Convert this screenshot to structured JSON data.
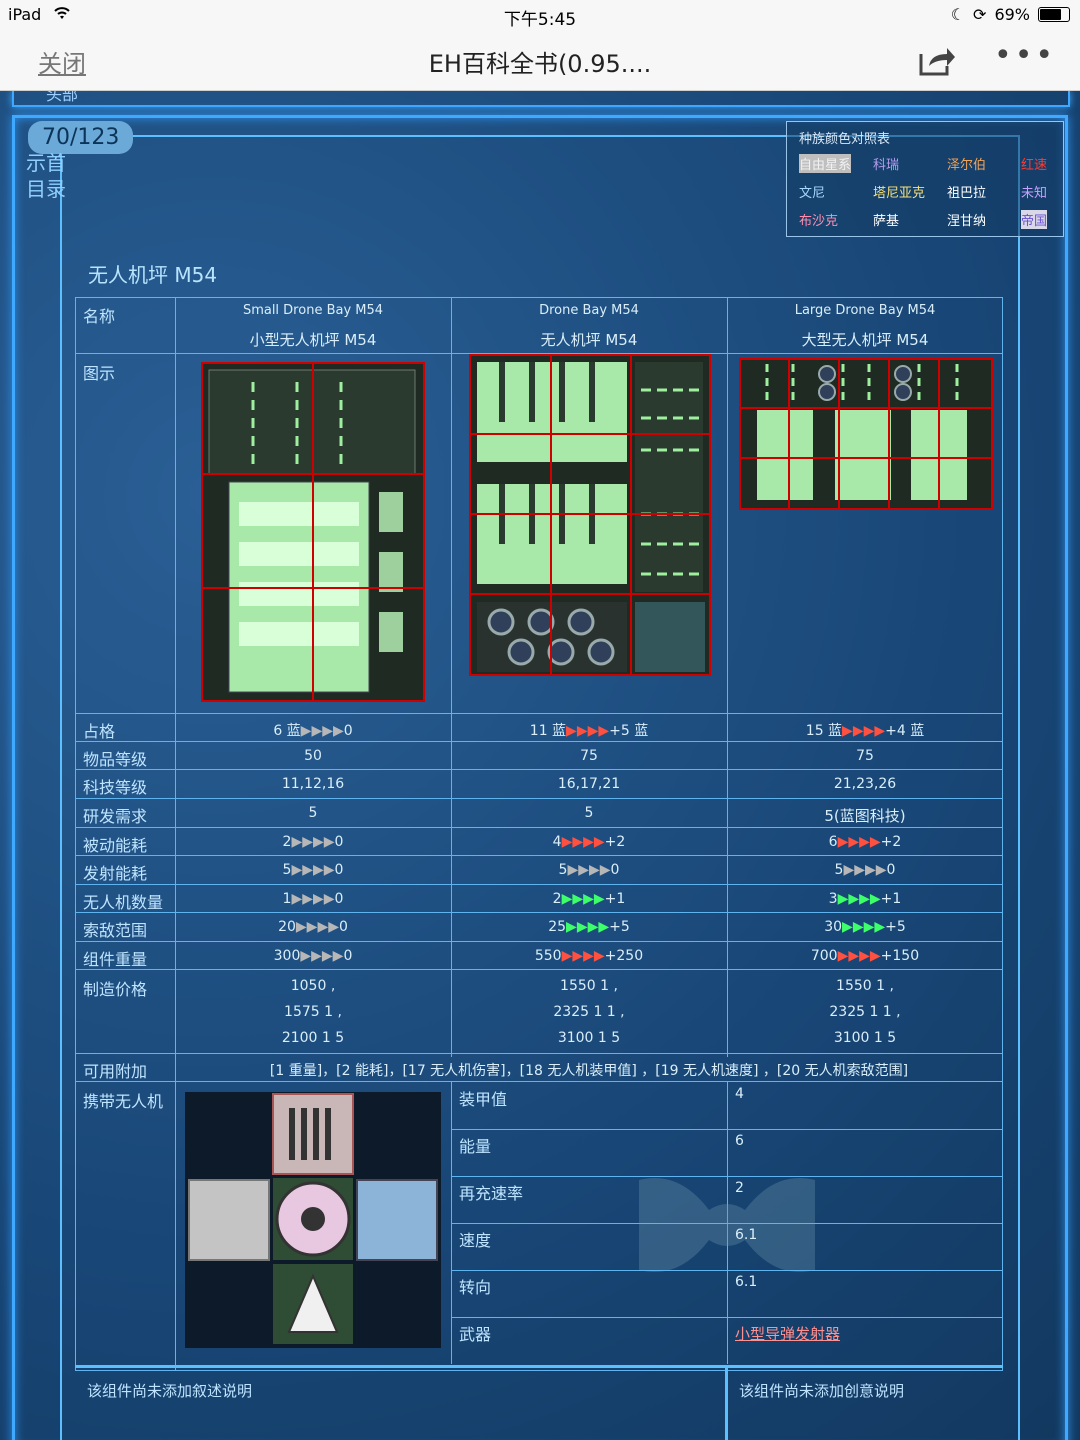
{
  "status": {
    "device": "iPad",
    "time": "下午5:45",
    "battery": "69%",
    "battery_level": 0.69
  },
  "nav": {
    "close": "关闭",
    "title": "EH百科全书(0.95...."
  },
  "page": {
    "counter": "70/123",
    "toc_top": "示首",
    "toc": "目录",
    "top_label": "头部"
  },
  "race_table": {
    "title": "种族颜色对照表",
    "rows": [
      [
        "自由星系",
        "科瑞",
        "泽尔伯",
        "红速"
      ],
      [
        "文尼",
        "塔尼亚克",
        "祖巴拉",
        "未知"
      ],
      [
        "布沙克",
        "萨基",
        "涅甘纳",
        "帝国"
      ]
    ],
    "colors": [
      [
        "#e6e6e6",
        "#b79bf0",
        "#f0a35a",
        "#ff3b30"
      ],
      [
        "#a8d8ff",
        "#f5e07a",
        "#ffffff",
        "#c7a0ff"
      ],
      [
        "#ff8fb0",
        "#ffffff",
        "#ffffff",
        "#ffffff"
      ]
    ]
  },
  "component": {
    "title": "无人机坪 M54",
    "labels": {
      "name": "名称",
      "image": "图示",
      "cells": "占格",
      "item_level": "物品等级",
      "tech_level": "科技等级",
      "research": "研发需求",
      "passive": "被动能耗",
      "launch": "发射能耗",
      "drones": "无人机数量",
      "range": "索敌范围",
      "weight": "组件重量",
      "price": "制造价格",
      "mods": "可用附加",
      "drone_carried": "携带无人机"
    },
    "columns": [
      {
        "name_en": "Small Drone Bay M54",
        "name_cn": "小型无人机坪 M54",
        "cells": "6 蓝",
        "cells_arrow": "▶▶▶▶",
        "cells_suffix": "0",
        "item_level": "50",
        "tech_level": "11,12,16",
        "research": "5",
        "passive": "2",
        "passive_arrow": "▶▶▶▶",
        "passive_suffix": "0",
        "launch": "5",
        "launch_arrow": "▶▶▶▶",
        "launch_suffix": "0",
        "drones": "1",
        "drones_arrow": "▶▶▶▶",
        "drones_suffix": "0",
        "range": "20",
        "range_arrow": "▶▶▶▶",
        "range_suffix": "0",
        "weight": "300",
        "weight_arrow": "▶▶▶▶",
        "weight_suffix": "0",
        "price": [
          "1050 ,",
          "1575 1 ,",
          "2100 1 5"
        ]
      },
      {
        "name_en": "Drone Bay M54",
        "name_cn": "无人机坪 M54",
        "cells": "11 蓝",
        "cells_arrow": "▶▶▶▶",
        "cells_suffix": "+5 蓝",
        "item_level": "75",
        "tech_level": "16,17,21",
        "research": "5",
        "passive": "4",
        "passive_arrow": "▶▶▶▶",
        "passive_suffix": "+2",
        "launch": "5",
        "launch_arrow": "▶▶▶▶",
        "launch_suffix": "0",
        "drones": "2",
        "drones_arrow": "▶▶▶▶",
        "drones_suffix": "+1",
        "range": "25",
        "range_arrow": "▶▶▶▶",
        "range_suffix": "+5",
        "weight": "550",
        "weight_arrow": "▶▶▶▶",
        "weight_suffix": "+250",
        "price": [
          "1550 1 ,",
          "2325 1 1 ,",
          "3100 1 5"
        ]
      },
      {
        "name_en": "Large Drone Bay M54",
        "name_cn": "大型无人机坪 M54",
        "cells": "15 蓝",
        "cells_arrow": "▶▶▶▶",
        "cells_suffix": "+4 蓝",
        "item_level": "75",
        "tech_level": "21,23,26",
        "research": "5(蓝图科技)",
        "passive": "6",
        "passive_arrow": "▶▶▶▶",
        "passive_suffix": "+2",
        "launch": "5",
        "launch_arrow": "▶▶▶▶",
        "launch_suffix": "0",
        "drones": "3",
        "drones_arrow": "▶▶▶▶",
        "drones_suffix": "+1",
        "range": "30",
        "range_arrow": "▶▶▶▶",
        "range_suffix": "+5",
        "weight": "700",
        "weight_arrow": "▶▶▶▶",
        "weight_suffix": "+150",
        "price": [
          "1550 1 ,",
          "2325 1 1 ,",
          "3100 1 5"
        ]
      }
    ],
    "mods_text": "[1 重量]，[2 能耗]，[17 无人机伤害]，[18 无人机装甲值] ，[19 无人机速度] ，[20 无人机索敌范围]",
    "drone_stats": [
      {
        "label": "装甲值",
        "value": "4"
      },
      {
        "label": "能量",
        "value": "6"
      },
      {
        "label": "再充速率",
        "value": "2"
      },
      {
        "label": "速度",
        "value": "6.1"
      },
      {
        "label": "转向",
        "value": "6.1"
      },
      {
        "label": "武器",
        "value": "小型导弹发射器"
      }
    ],
    "desc_left": "该组件尚未添加叙述说明",
    "desc_right": "该组件尚未添加创意说明"
  }
}
